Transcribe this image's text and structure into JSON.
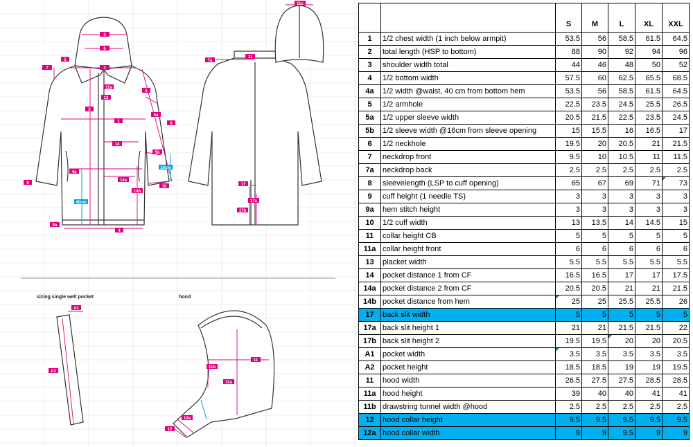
{
  "drawings": {
    "pocket_title": "sizing single welt pocket",
    "hood_title": "hood",
    "tags": {
      "t1": "1",
      "t2": "2",
      "t3": "3",
      "t4": "4",
      "t5": "5",
      "t6": "6",
      "t7": "7",
      "t7a": "7a",
      "t8": "8",
      "t9": "9",
      "t9a": "9a",
      "t10": "10",
      "t11": "11",
      "t11a": "11a",
      "t11b": "11b",
      "t11c": "11c",
      "t12": "12",
      "t12a": "12a",
      "t13": "13",
      "t14": "14",
      "t14a": "14a",
      "t14b": "14b",
      "t17": "17",
      "t17a": "17a",
      "t17b": "17b",
      "t5a": "5a",
      "t5b": "5b",
      "t4a": "4a",
      "tA1": "A1",
      "tA2": "A2"
    },
    "annot_40cm": "40cm",
    "annot_16cm": "16cm"
  },
  "table": {
    "headers": [
      "",
      "",
      "S",
      "M",
      "L",
      "XL",
      "XXL"
    ],
    "rows": [
      {
        "no": "1",
        "desc": "1/2 chest width (1 inch below armpit)",
        "values": [
          "53.5",
          "56",
          "58.5",
          "61.5",
          "64.5"
        ]
      },
      {
        "no": "2",
        "desc": "total length (HSP to bottom)",
        "values": [
          "88",
          "90",
          "92",
          "94",
          "96"
        ]
      },
      {
        "no": "3",
        "desc": "shoulder width total",
        "values": [
          "44",
          "46",
          "48",
          "50",
          "52"
        ]
      },
      {
        "no": "4",
        "desc": "1/2 bottom width",
        "values": [
          "57.5",
          "60",
          "62.5",
          "65.5",
          "68.5"
        ]
      },
      {
        "no": "4a",
        "desc": "1/2 width @waist, 40 cm from bottom hem",
        "values": [
          "53.5",
          "56",
          "58.5",
          "61.5",
          "64.5"
        ]
      },
      {
        "no": "5",
        "desc": "1/2 armhole",
        "values": [
          "22.5",
          "23.5",
          "24.5",
          "25.5",
          "26.5"
        ]
      },
      {
        "no": "5a",
        "desc": "1/2 upper sleeve width",
        "values": [
          "20.5",
          "21.5",
          "22.5",
          "23.5",
          "24.5"
        ]
      },
      {
        "no": "5b",
        "desc": "1/2 sleeve width @16cm from sleeve opening",
        "values": [
          "15",
          "15.5",
          "16",
          "16.5",
          "17"
        ]
      },
      {
        "no": "6",
        "desc": "1/2 neckhole",
        "values": [
          "19.5",
          "20",
          "20.5",
          "21",
          "21.5"
        ]
      },
      {
        "no": "7",
        "desc": "neckdrop front",
        "values": [
          "9.5",
          "10",
          "10.5",
          "11",
          "11.5"
        ]
      },
      {
        "no": "7a",
        "desc": "neckdrop back",
        "values": [
          "2.5",
          "2.5",
          "2.5",
          "2.5",
          "2.5"
        ]
      },
      {
        "no": "8",
        "desc": "sleevelength (LSP to cuff opening)",
        "values": [
          "65",
          "67",
          "69",
          "71",
          "73"
        ]
      },
      {
        "no": "9",
        "desc": "cuff height (1 needle TS)",
        "values": [
          "3",
          "3",
          "3",
          "3",
          "3"
        ]
      },
      {
        "no": "9a",
        "desc": "hem stitch height",
        "values": [
          "3",
          "3",
          "3",
          "3",
          "3"
        ]
      },
      {
        "no": "10",
        "desc": "1/2 cuff width",
        "values": [
          "13",
          "13.5",
          "14",
          "14.5",
          "15"
        ]
      },
      {
        "no": "11",
        "desc": "collar height CB",
        "values": [
          "5",
          "5",
          "5",
          "5",
          "5"
        ]
      },
      {
        "no": "11a",
        "desc": "collar height front",
        "values": [
          "6",
          "6",
          "6",
          "6",
          "6"
        ]
      },
      {
        "no": "13",
        "desc": "placket width",
        "values": [
          "5.5",
          "5.5",
          "5.5",
          "5.5",
          "5.5"
        ]
      },
      {
        "no": "14",
        "desc": "pocket distance 1 from CF",
        "values": [
          "16.5",
          "16.5",
          "17",
          "17",
          "17.5"
        ]
      },
      {
        "no": "14a",
        "desc": "pocket distance 2 from CF",
        "values": [
          "20.5",
          "20.5",
          "21",
          "21",
          "21.5"
        ]
      },
      {
        "no": "14b",
        "desc": "pocket distance from hem",
        "values": [
          "25",
          "25",
          "25.5",
          "25.5",
          "26"
        ]
      },
      {
        "no": "17",
        "desc": "back slit width",
        "values": [
          "5",
          "5",
          "5",
          "5",
          "5"
        ],
        "highlight": true
      },
      {
        "no": "17a",
        "desc": "back slit height 1",
        "values": [
          "21",
          "21",
          "21.5",
          "21.5",
          "22"
        ]
      },
      {
        "no": "17b",
        "desc": "back slit height 2",
        "values": [
          "19.5",
          "19.5",
          "20",
          "20",
          "20.5"
        ]
      },
      {
        "no": "A1",
        "desc": "pocket width",
        "values": [
          "3.5",
          "3.5",
          "3.5",
          "3.5",
          "3.5"
        ]
      },
      {
        "no": "A2",
        "desc": "pocket height",
        "values": [
          "18.5",
          "18.5",
          "19",
          "19",
          "19.5"
        ]
      },
      {
        "no": "11",
        "desc": "hood width",
        "values": [
          "26.5",
          "27.5",
          "27.5",
          "28.5",
          "28.5"
        ]
      },
      {
        "no": "11a",
        "desc": "hood height",
        "values": [
          "39",
          "40",
          "40",
          "41",
          "41"
        ]
      },
      {
        "no": "11b",
        "desc": "drawstring tunnel width @hood",
        "values": [
          "2.5",
          "2.5",
          "2.5",
          "2.5",
          "2.5"
        ]
      },
      {
        "no": "12",
        "desc": "hood collar height",
        "values": [
          "9.5",
          "9.5",
          "9.5",
          "9.5",
          "9.5"
        ],
        "highlight": true
      },
      {
        "no": "12a",
        "desc": "hood collar width",
        "values": [
          "9",
          "9",
          "9.5",
          "9",
          "9"
        ],
        "highlight": true
      }
    ]
  }
}
